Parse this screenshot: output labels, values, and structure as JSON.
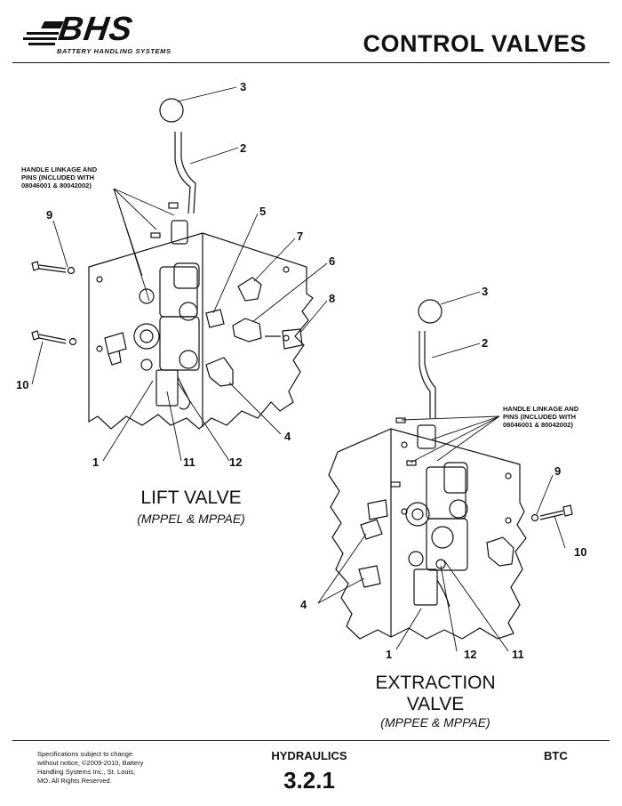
{
  "header": {
    "logo_text": "BHS",
    "logo_subtitle": "BATTERY HANDLING SYSTEMS",
    "title": "CONTROL VALVES"
  },
  "lift": {
    "caption": "LIFT VALVE",
    "subcaption": "(MPPEL & MPPAE)",
    "note_line1": "HANDLE LINKAGE AND",
    "note_line2": "PINS (INCLUDED WITH",
    "note_line3": "08046001 & 80042002)",
    "c1": "1",
    "c2": "2",
    "c3": "3",
    "c4": "4",
    "c5": "5",
    "c6": "6",
    "c7": "7",
    "c8": "8",
    "c9": "9",
    "c10": "10",
    "c11": "11",
    "c12": "12"
  },
  "extraction": {
    "caption_line1": "EXTRACTION",
    "caption_line2": "VALVE",
    "subcaption": "(MPPEE & MPPAE)",
    "note_line1": "HANDLE LINKAGE AND",
    "note_line2": "PINS (INCLUDED WITH",
    "note_line3": "08046001 & 80042002)",
    "c1": "1",
    "c2": "2",
    "c3": "3",
    "c4": "4",
    "c9": "9",
    "c10": "10",
    "c11": "11",
    "c12": "12"
  },
  "footer": {
    "disclaimer": "Specifications subject to change without notice, ©2009-2010, Battery Handling Systems Inc., St. Louis, MO. All Rights Reserved.",
    "section": "HYDRAULICS",
    "page_number": "3.2.1",
    "model": "BTC"
  }
}
